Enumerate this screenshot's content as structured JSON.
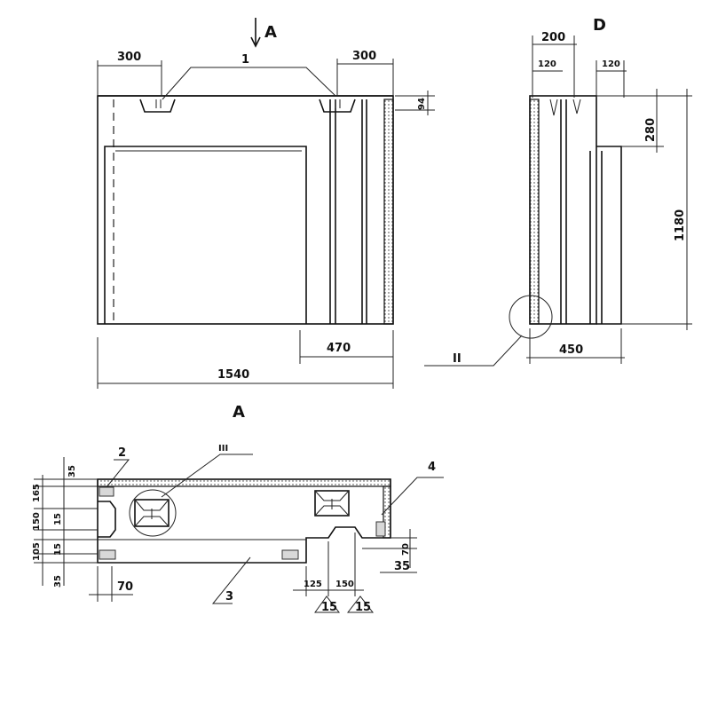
{
  "section_labels": {
    "view_arrow": "A",
    "section_a_title": "A",
    "side_view_title": "D"
  },
  "front": {
    "dim_left": "300",
    "dim_right": "300",
    "dim_leader": "1",
    "dim_small": "94",
    "dim_470": "470",
    "dim_total": "1540"
  },
  "side": {
    "dim_200": "200",
    "dim_120a": "120",
    "dim_120b": "120",
    "dim_280": "280",
    "dim_1180": "1180",
    "dim_450": "450",
    "detail": "II"
  },
  "plan": {
    "leader_2": "2",
    "leader_3": "3",
    "leader_4": "4",
    "detail": "III",
    "dim_35_top": "35",
    "dim_165": "165",
    "dim_15a": "15",
    "dim_150": "150",
    "dim_15b": "15",
    "dim_105": "105",
    "dim_35_bot": "35",
    "dim_70_left": "70",
    "dim_70_right": "70",
    "dim_35_right": "35",
    "dim_125": "125",
    "dim_150_bot": "150",
    "dim_15_bot1": "15",
    "dim_15_bot2": "15"
  }
}
